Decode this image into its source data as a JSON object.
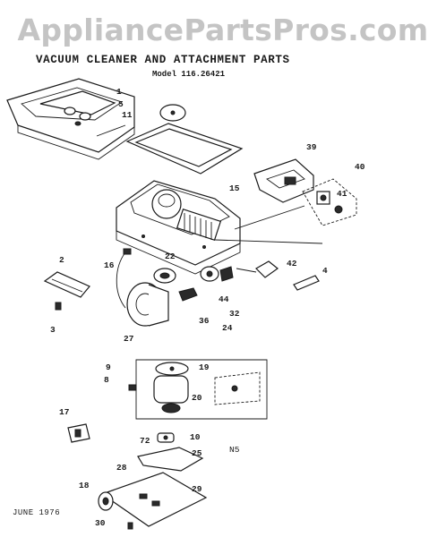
{
  "watermark": "AppliancePartsPros.com",
  "title": "VACUUM CLEANER AND ATTACHMENT PARTS",
  "model": "Model 116.26421",
  "date": "JUNE 1976",
  "note": "N5",
  "callouts": [
    "1",
    "5",
    "11",
    "39",
    "40",
    "41",
    "15",
    "2",
    "16",
    "22",
    "42",
    "4",
    "44",
    "32",
    "36",
    "24",
    "3",
    "27",
    "9",
    "19",
    "8",
    "20",
    "17",
    "10",
    "72",
    "25",
    "28",
    "29",
    "18",
    "30"
  ]
}
